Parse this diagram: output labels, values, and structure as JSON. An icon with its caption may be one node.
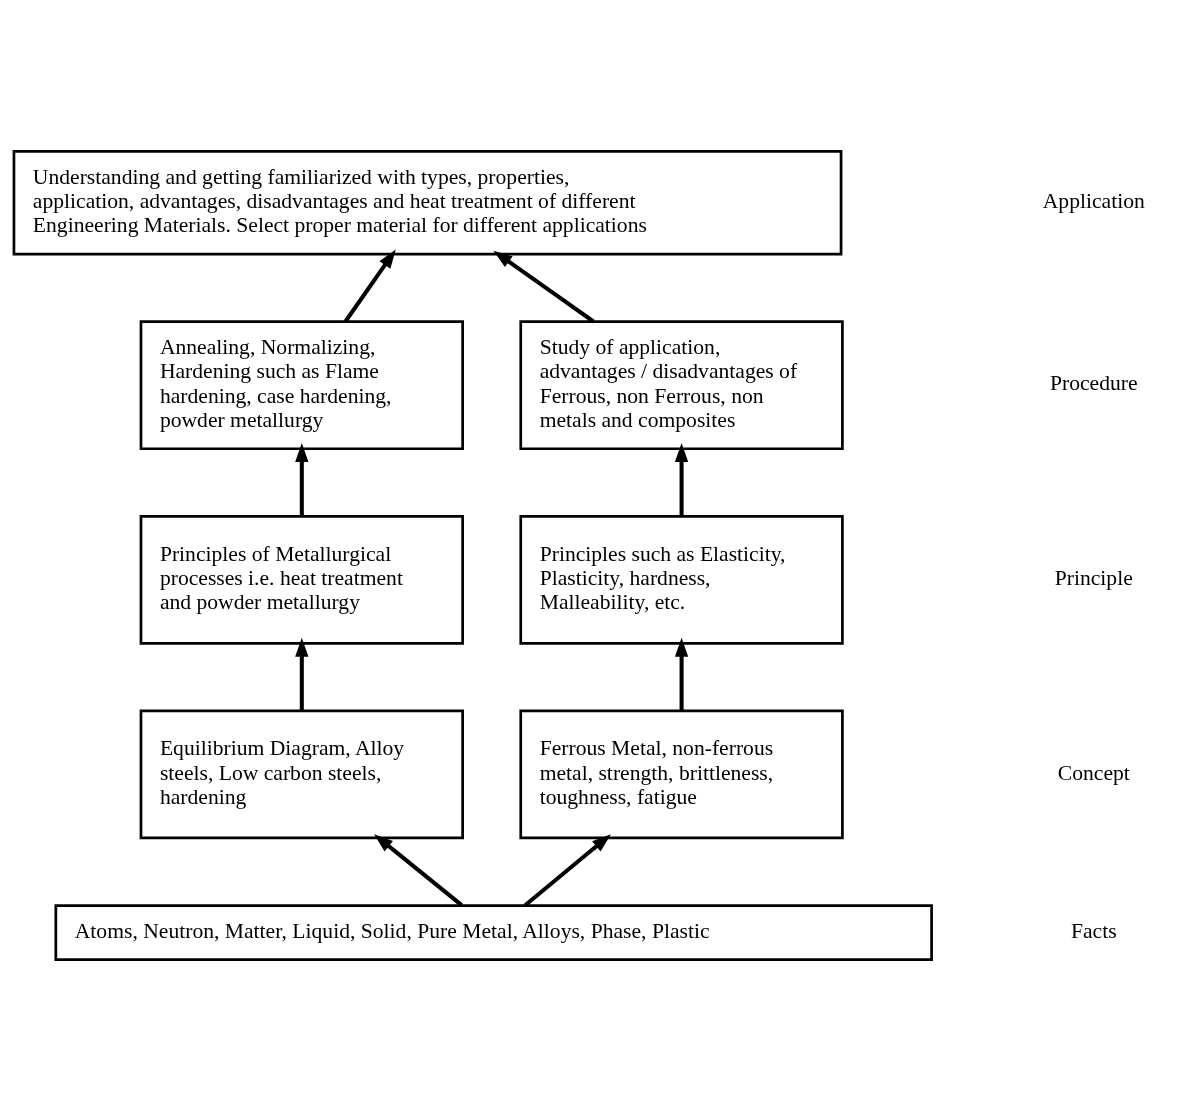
{
  "diagram": {
    "nodes": [
      {
        "text": [
          "Understanding and getting familiarized with types, properties, application, advantages, disadvantages and heat treatment of different Engineering Materials. Select proper material for different applications"
        ]
      },
      {
        "text": [
          "Annealing, Normalizing, Hardening such as Flame hardening, case hardening, powder metallurgy"
        ]
      },
      {
        "text": [
          "Study of application, advantages / disadvantages of Ferrous, non Ferrous, non metals and composites"
        ]
      },
      {
        "text": [
          "Principles of Metallurgical processes i.e. heat treatment and powder metallurgy"
        ]
      },
      {
        "text": [
          "Principles such as Elasticity, Plasticity, hardness, Malleability, etc."
        ]
      },
      {
        "text": [
          "Equilibrium Diagram, Alloy steels, Low carbon steels, hardening"
        ]
      },
      {
        "text": [
          "Ferrous Metal, non-ferrous metal, strength, brittleness, toughness, fatigue"
        ]
      },
      {
        "text": [
          "Atoms, Neutron, Matter, Liquid, Solid, Pure Metal, Alloys, Phase, Plastic"
        ]
      }
    ],
    "edges": [
      {
        "from": 7,
        "to": 5,
        "arrow": "to"
      },
      {
        "from": 7,
        "to": 6,
        "arrow": "to"
      },
      {
        "from": 5,
        "to": 3,
        "arrow": "to"
      },
      {
        "from": 6,
        "to": 4,
        "arrow": "to"
      },
      {
        "from": 3,
        "to": 1,
        "arrow": "to"
      },
      {
        "from": 4,
        "to": 2,
        "arrow": "to"
      },
      {
        "from": 1,
        "to": 0,
        "arrow": "to"
      },
      {
        "from": 2,
        "to": 0,
        "arrow": "to"
      }
    ],
    "labels": [
      "Application",
      "Procedure",
      "Principle",
      "Concept",
      "Facts"
    ]
  }
}
